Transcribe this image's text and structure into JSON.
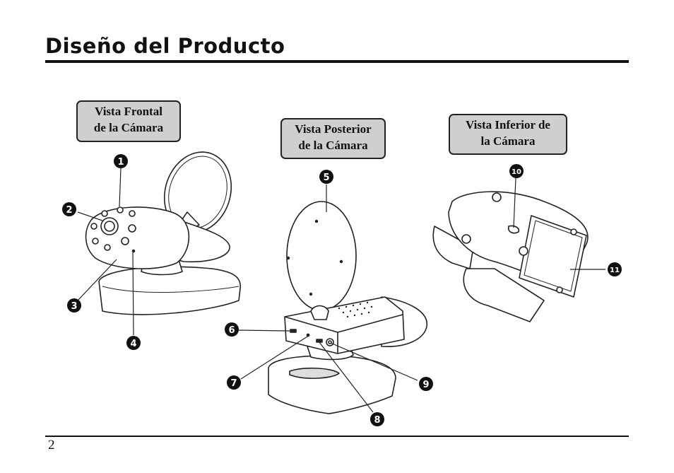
{
  "page": {
    "title": "Diseño del Producto",
    "page_number": "2"
  },
  "views": {
    "front": {
      "line1": "Vista Frontal",
      "line2": "de la Cámara"
    },
    "back": {
      "line1": "Vista Posterior",
      "line2": "de la Cámara"
    },
    "bottom": {
      "line1": "Vista Inferior de",
      "line2": "la Cámara"
    }
  },
  "callouts": [
    "1",
    "2",
    "3",
    "4",
    "5",
    "6",
    "7",
    "8",
    "9",
    "10",
    "11"
  ]
}
